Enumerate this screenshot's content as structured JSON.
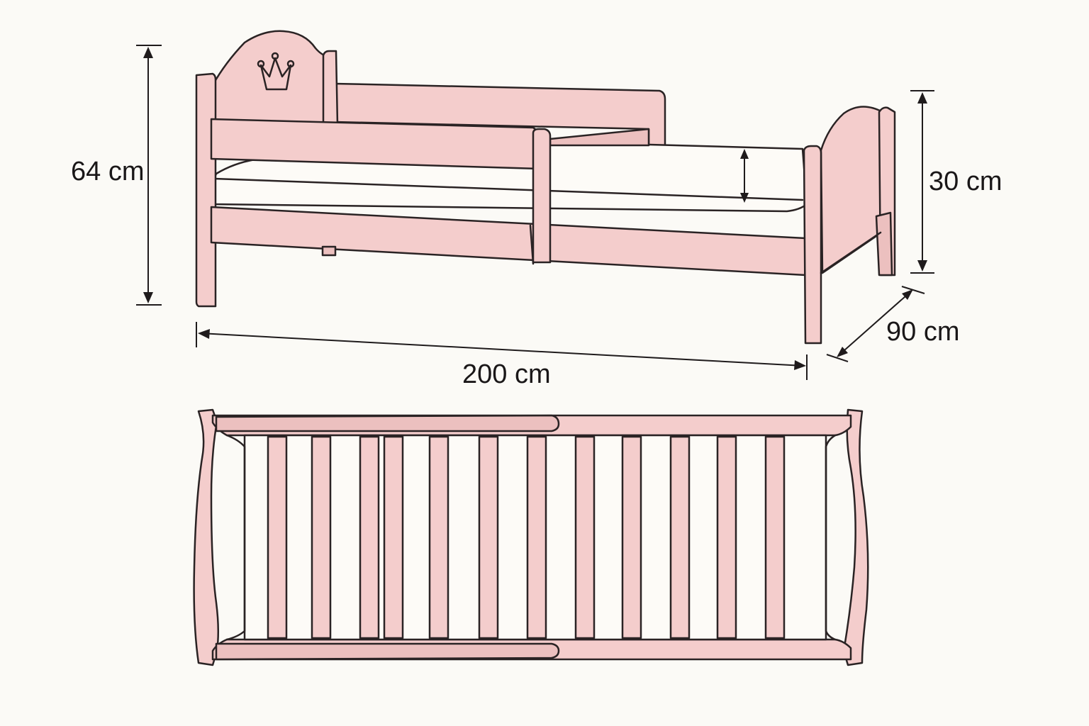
{
  "colors": {
    "wood": "#f4cdcc",
    "wood_shade": "#ecc0bf",
    "mattress": "#fdfbf7",
    "outline": "#2a2324",
    "background": "#fbfaf6"
  },
  "icons": {
    "headboard": "crown-icon"
  },
  "dimensions": {
    "height": "64 cm",
    "length": "200 cm",
    "guard_height": "30 cm",
    "width": "90 cm"
  }
}
